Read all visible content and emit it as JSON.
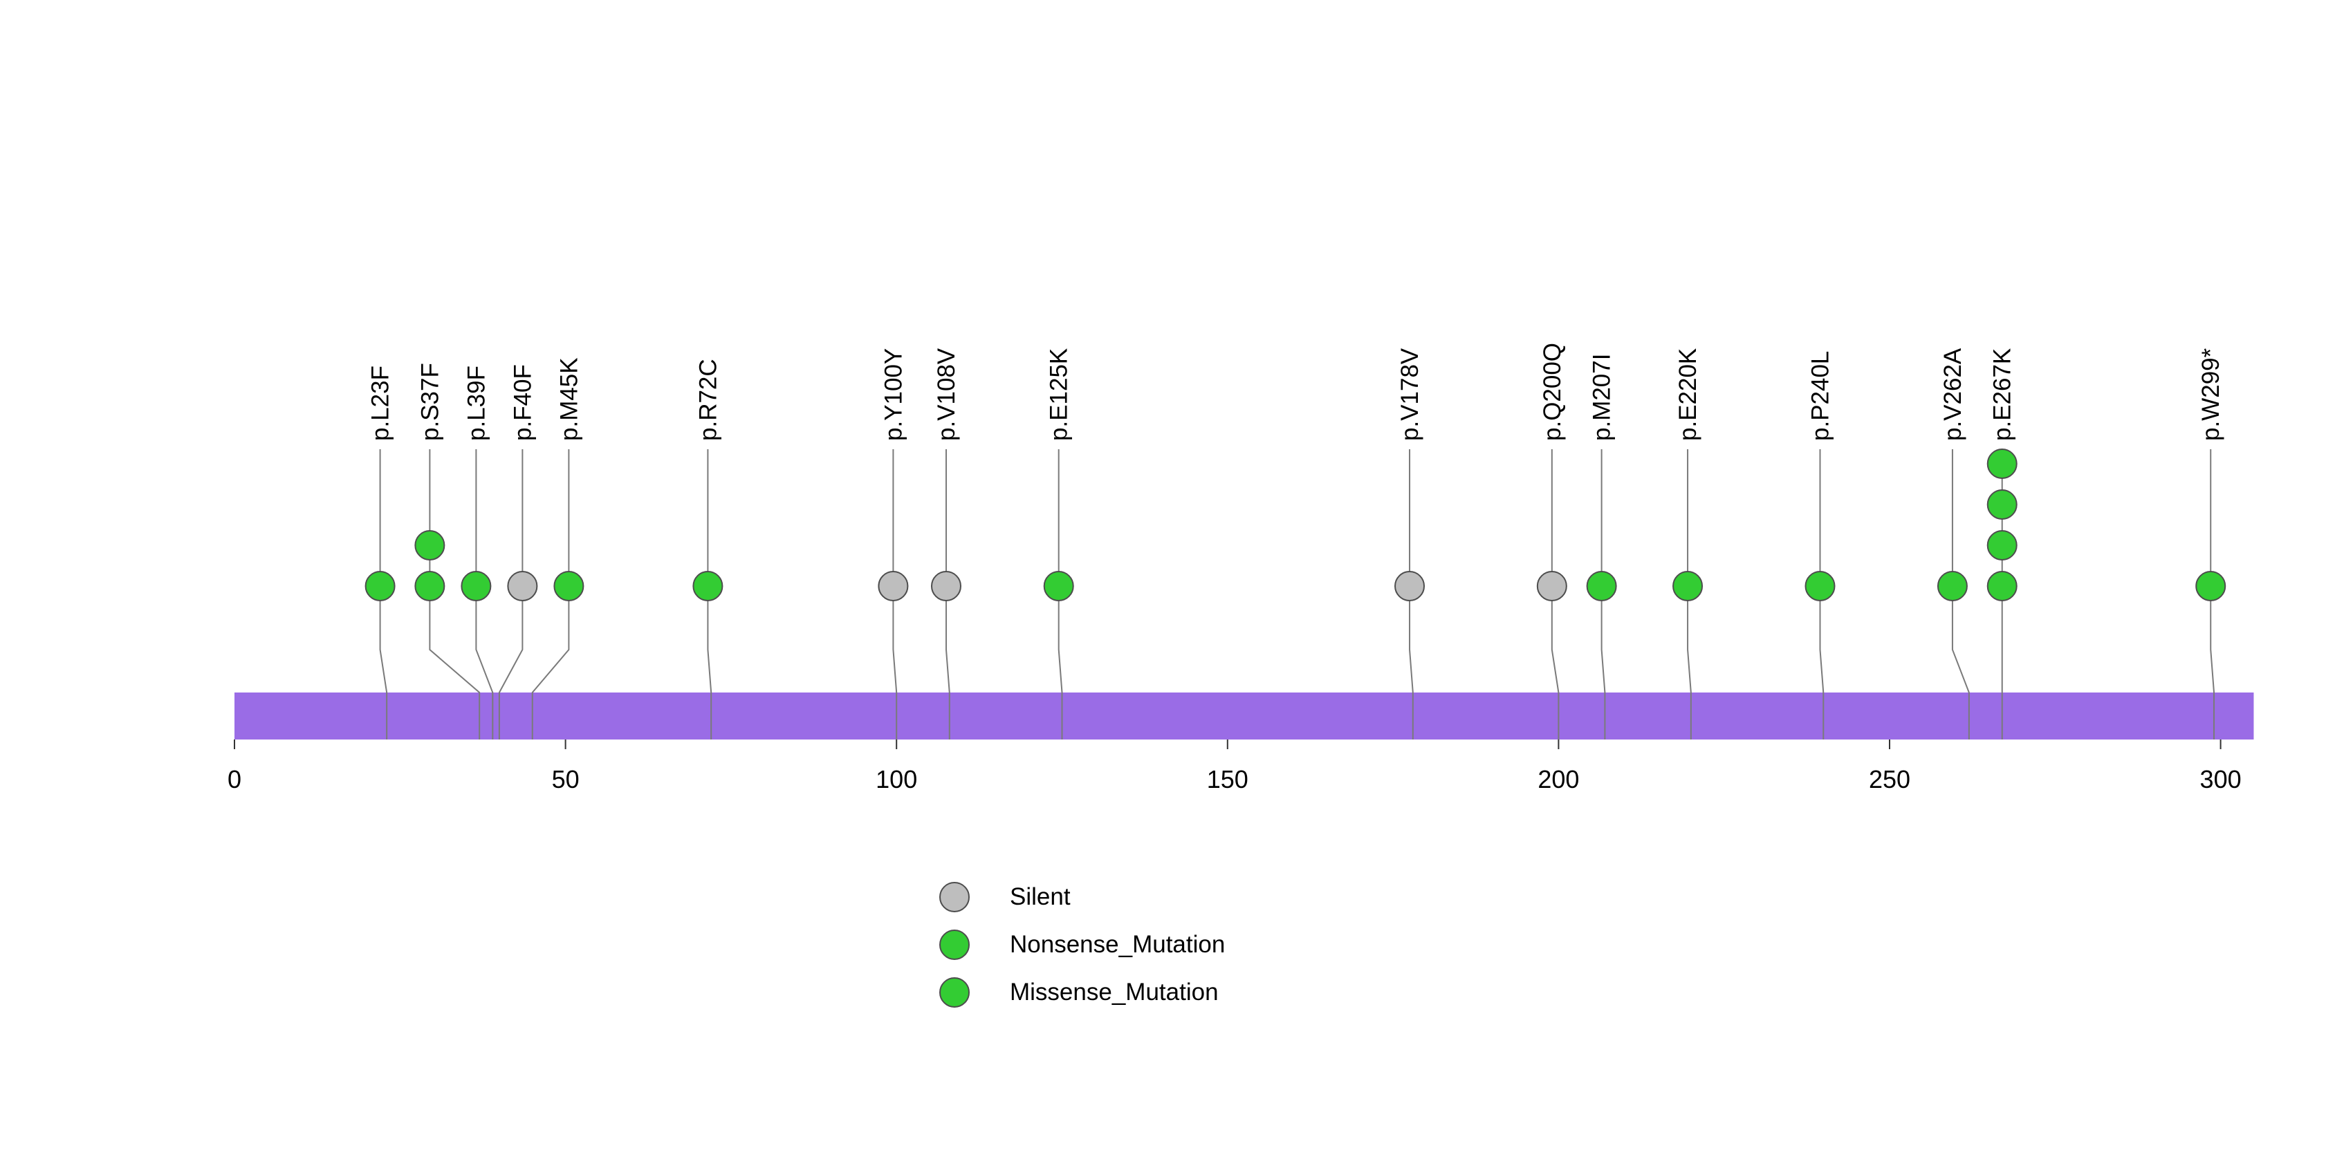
{
  "chart_data": {
    "type": "lollipop",
    "title": "",
    "protein_length": 305,
    "axis": {
      "min": 0,
      "max": 305,
      "ticks": [
        0,
        50,
        100,
        150,
        200,
        250,
        300
      ]
    },
    "bar_color": "#9a6ce6",
    "connector_color": "#7a7a7a",
    "circle_stroke_color": "#4d4d4d",
    "mutation_types": [
      {
        "name": "Silent",
        "color": "#bebebe"
      },
      {
        "name": "Nonsense_Mutation",
        "color": "#33cc33"
      },
      {
        "name": "Missense_Mutation",
        "color": "#33cc33"
      }
    ],
    "mutations": [
      {
        "label": "p.L23F",
        "pos": 23,
        "disp": 22,
        "count": 1,
        "type": "Missense_Mutation"
      },
      {
        "label": "p.S37F",
        "pos": 37,
        "disp": 29.5,
        "count": 2,
        "type": "Missense_Mutation"
      },
      {
        "label": "p.L39F",
        "pos": 39,
        "disp": 36.5,
        "count": 1,
        "type": "Missense_Mutation"
      },
      {
        "label": "p.F40F",
        "pos": 40,
        "disp": 43.5,
        "count": 1,
        "type": "Silent"
      },
      {
        "label": "p.M45K",
        "pos": 45,
        "disp": 50.5,
        "count": 1,
        "type": "Missense_Mutation"
      },
      {
        "label": "p.R72C",
        "pos": 72,
        "disp": 71.5,
        "count": 1,
        "type": "Missense_Mutation"
      },
      {
        "label": "p.Y100Y",
        "pos": 100,
        "disp": 99.5,
        "count": 1,
        "type": "Silent"
      },
      {
        "label": "p.V108V",
        "pos": 108,
        "disp": 107.5,
        "count": 1,
        "type": "Silent"
      },
      {
        "label": "p.E125K",
        "pos": 125,
        "disp": 124.5,
        "count": 1,
        "type": "Missense_Mutation"
      },
      {
        "label": "p.V178V",
        "pos": 178,
        "disp": 177.5,
        "count": 1,
        "type": "Silent"
      },
      {
        "label": "p.Q200Q",
        "pos": 200,
        "disp": 199,
        "count": 1,
        "type": "Silent"
      },
      {
        "label": "p.M207I",
        "pos": 207,
        "disp": 206.5,
        "count": 1,
        "type": "Missense_Mutation"
      },
      {
        "label": "p.E220K",
        "pos": 220,
        "disp": 219.5,
        "count": 1,
        "type": "Missense_Mutation"
      },
      {
        "label": "p.P240L",
        "pos": 240,
        "disp": 239.5,
        "count": 1,
        "type": "Missense_Mutation"
      },
      {
        "label": "p.V262A",
        "pos": 262,
        "disp": 259.5,
        "count": 1,
        "type": "Missense_Mutation"
      },
      {
        "label": "p.E267K",
        "pos": 267,
        "disp": 267,
        "count": 4,
        "type": "Missense_Mutation"
      },
      {
        "label": "p.W299*",
        "pos": 299,
        "disp": 298.5,
        "count": 1,
        "type": "Nonsense_Mutation"
      }
    ]
  }
}
